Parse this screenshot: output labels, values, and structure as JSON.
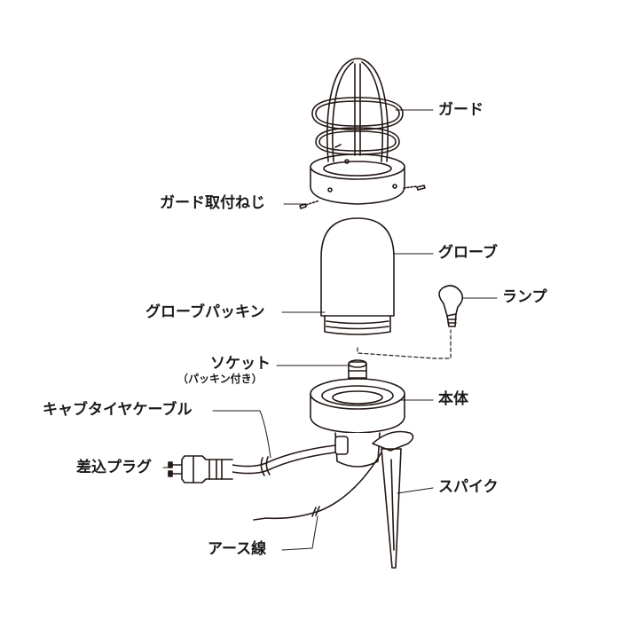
{
  "labels": {
    "guard": "ガード",
    "guard_screw": "ガード取付ねじ",
    "globe": "グローブ",
    "lamp": "ランプ",
    "globe_packing": "グローブパッキン",
    "socket": "ソケット",
    "socket_note": "（パッキン付き）",
    "body": "本体",
    "cable": "キャブタイヤケーブル",
    "plug": "差込プラグ",
    "spike": "スパイク",
    "earth_wire": "アース線"
  },
  "colors": {
    "line": "#231815",
    "fill": "#ffffff",
    "shade": "#d9d9d9"
  }
}
